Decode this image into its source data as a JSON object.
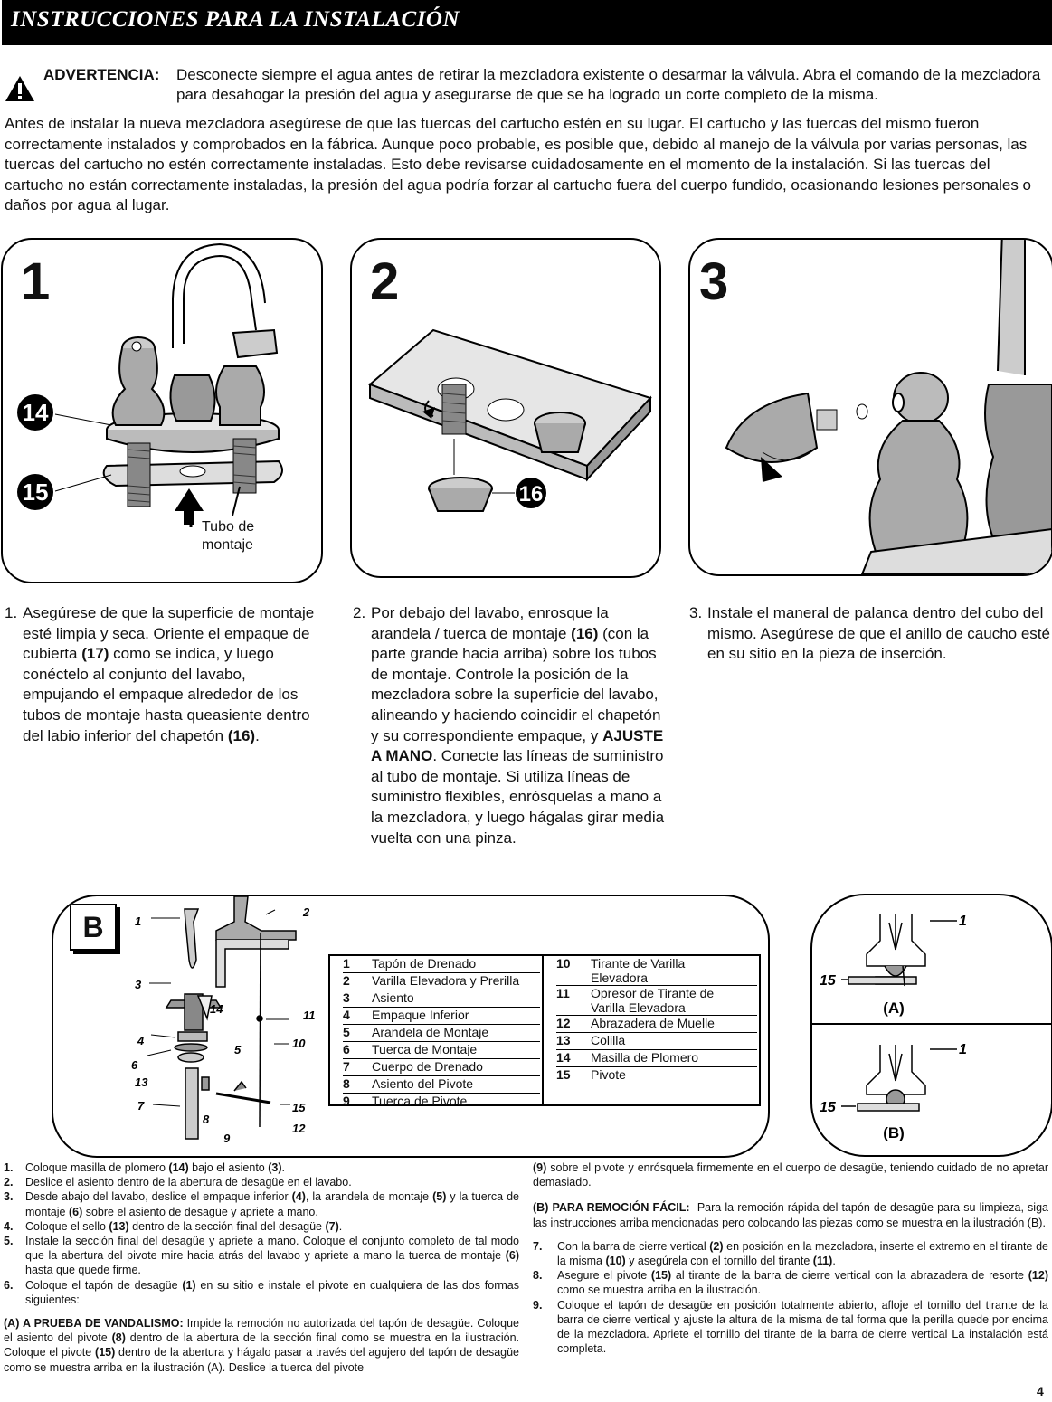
{
  "header": {
    "title": "INSTRUCCIONES PARA LA INSTALACIÓN"
  },
  "warning": {
    "label": "ADVERTENCIA:",
    "text": "Desconecte siempre el agua antes de retirar la mezcladora existente o desarmar la válvula. Abra el comando de la mezcladora para desahogar la presión del agua y asegurarse de que se ha logrado un corte completo de la misma."
  },
  "intro": "Antes de instalar la nueva mezcladora asegúrese de que las tuercas del cartucho estén en su lugar. El cartucho y las tuercas del mismo fueron correctamente instalados y comprobados en la fábrica. Aunque poco probable, es posible que, debido al manejo de la válvula por varias personas, las tuercas del cartucho no estén correctamente instaladas. Esto debe revisarse cuidadosamente en el momento de la instalación. Si las tuercas del cartucho no están correctamente instaladas, la presión del agua podría forzar al cartucho fuera del cuerpo fundido, ocasionando lesiones personales o daños por agua al lugar.",
  "panels": [
    {
      "number": "1",
      "callouts": [
        "14",
        "15"
      ],
      "label": "Tubo de montaje"
    },
    {
      "number": "2",
      "callouts": [
        "16"
      ]
    },
    {
      "number": "3"
    }
  ],
  "steps": [
    {
      "num": "1.",
      "html": "Asegúrese de que la superficie de montaje esté limpia y seca. Oriente el empaque de cubierta <b>(17)</b> como se indica, y luego conéctelo al conjunto del lavabo, empujando el empaque alrededor de los tubos de montaje hasta queasiente dentro del labio inferior del chapetón <b>(16)</b>."
    },
    {
      "num": "2.",
      "html": "Por debajo del lavabo, enrosque la arandela / tuerca de montaje <b>(16)</b> (con la parte grande hacia arriba) sobre los tubos de montaje. Controle la posición de la mezcladora sobre la superficie del lavabo, alineando y haciendo coincidir el chapetón y su correspondiente empaque, y <b>AJUSTE A MANO</b>. Conecte las líneas de suministro al tubo de montaje. Si utiliza líneas de suministro flexibles, enrósquelas a mano a la mezcladora, y luego hágalas girar media vuelta con una pinza."
    },
    {
      "num": "3.",
      "html": "Instale el maneral de palanca dentro del cubo del mismo. Asegúrese de que el anillo de caucho esté en su sitio en la pieza de inserción."
    }
  ],
  "diagramB": {
    "letter": "B",
    "labels": [
      "1",
      "2",
      "3",
      "14",
      "11",
      "4",
      "5",
      "10",
      "6",
      "13",
      "7",
      "8",
      "9",
      "15",
      "12"
    ],
    "parts_left": [
      {
        "n": "1",
        "name": "Tapón de Drenado"
      },
      {
        "n": "2",
        "name": "Varilla Elevadora y Prerilla"
      },
      {
        "n": "3",
        "name": "Asiento"
      },
      {
        "n": "4",
        "name": "Empaque Inferior"
      },
      {
        "n": "5",
        "name": "Arandela de Montaje"
      },
      {
        "n": "6",
        "name": "Tuerca de Montaje"
      },
      {
        "n": "7",
        "name": "Cuerpo de Drenado"
      },
      {
        "n": "8",
        "name": "Asiento del Pivote"
      },
      {
        "n": "9",
        "name": "Tuerca de Pivote"
      }
    ],
    "parts_right": [
      {
        "n": "10",
        "name": "Tirante de Varilla",
        "name2": "Elevadora"
      },
      {
        "n": "11",
        "name": "Opresor de Tirante de",
        "name2": "Varilla Elevadora"
      },
      {
        "n": "12",
        "name": "Abrazadera de Muelle",
        "name2": ""
      },
      {
        "n": "13",
        "name": "Colilla",
        "name2": ""
      },
      {
        "n": "14",
        "name": "Masilla de Plomero",
        "name2": ""
      },
      {
        "n": "15",
        "name": "Pivote",
        "name2": ""
      }
    ]
  },
  "diagramAB": {
    "a_caption": "(A)",
    "b_caption": "(B)",
    "a_labels": [
      "1",
      "15"
    ],
    "b_labels": [
      "1",
      "15"
    ]
  },
  "bottom_left": {
    "items": [
      {
        "n": "1.",
        "html": "Coloque masilla de plomero <b>(14)</b> bajo el asiento <b>(3)</b>."
      },
      {
        "n": "2.",
        "html": "Deslice el asiento dentro de la abertura de desagüe en el lavabo."
      },
      {
        "n": "3.",
        "html": "Desde abajo del lavabo, deslice el empaque inferior <b>(4)</b>, la arandela de montaje <b>(5)</b> y la tuerca de montaje <b>(6)</b> sobre el asiento de desagüe y apriete a mano."
      },
      {
        "n": "4.",
        "html": "Coloque el sello <b>(13)</b> dentro de la sección final del desagüe <b>(7)</b>."
      },
      {
        "n": "5.",
        "html": "Instale la sección final del desagüe y apriete a mano. Coloque el conjunto completo de tal modo que la abertura del pivote mire hacia atrás del lavabo y apriete a mano la tuerca de montaje <b>(6)</b> hasta que quede firme."
      },
      {
        "n": "6.",
        "html": "Coloque el tapón de desagüe <b>(1)</b> en su sitio e instale el pivote en cualquiera de las dos formas siguientes:"
      }
    ],
    "vandal_html": "<b>(A) A PRUEBA DE VANDALISMO:</b> Impide la remoción no autorizada del tapón de desagüe. Coloque el asiento del pivote <b>(8)</b> dentro de la abertura de la sección final como se muestra en la ilustración. Coloque el pivote <b>(15)</b> dentro de la abertura y hágalo pasar a través del agujero del tapón de desagüe como se muestra arriba en la ilustración (A). Deslice la tuerca del pivote"
  },
  "bottom_right": {
    "cont_html": "<b>(9)</b> sobre el pivote y enrósquela firmemente en el cuerpo de desagüe, teniendo cuidado de no apretar demasiado.",
    "easy_html": "<b>(B) PARA REMOCIÓN FÁCIL:</b>&nbsp; Para la remoción rápida del tapón de desagüe para su limpieza, siga las instrucciones arriba mencionadas pero colocando las piezas como se muestra en la ilustración (B).",
    "items": [
      {
        "n": "7.",
        "html": "Con la barra de cierre vertical <b>(2)</b> en posición en la mezcladora, inserte el extremo en el tirante de la misma <b>(10)</b> y asegúrela con el tornillo del tirante <b>(11)</b>."
      },
      {
        "n": "8.",
        "html": "Asegure el pivote <b>(15)</b> al tirante de la barra de cierre vertical con la abrazadera de resorte <b>(12)</b> como se muestra arriba en la ilustración."
      },
      {
        "n": "9.",
        "html": "Coloque el tapón de desagüe en posición totalmente abierto, afloje el tornillo del tirante de la barra de cierre vertical y ajuste la altura de la misma de tal forma que la perilla quede por encima de la mezcladora. Apriete el tornillo del tirante de la barra de cierre vertical La instalación está completa."
      }
    ]
  },
  "page_number": "4"
}
